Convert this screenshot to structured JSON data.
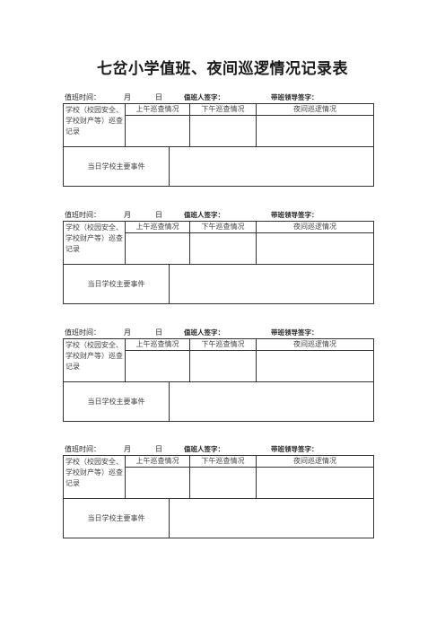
{
  "title": "七岔小学值班、夜间巡逻情况记录表",
  "header": {
    "time_label": "值班时间：",
    "month_label": "月",
    "day_label": "日",
    "duty_sign_label": "值班人签字：",
    "leader_sign_label": "带班领导签字："
  },
  "table": {
    "side_label": "学校（校园安全、学校财产等）巡查记录",
    "columns": [
      "上午巡查情况",
      "下午巡查情况",
      "夜间巡逻情况"
    ],
    "events_label": "当日学校主要事件"
  }
}
